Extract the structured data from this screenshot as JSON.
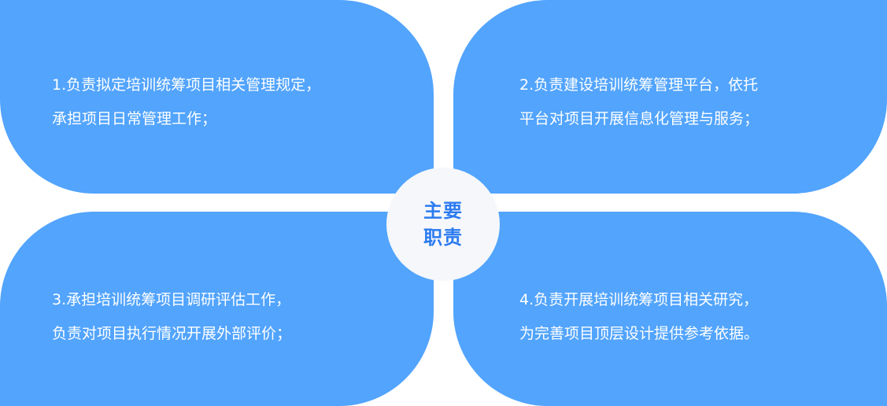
{
  "center": {
    "line1": "主要",
    "line2": "职责"
  },
  "items": [
    {
      "line1": "1.负责拟定培训统筹项目相关管理规定，",
      "line2": "承担项目日常管理工作；"
    },
    {
      "line1": "2.负责建设培训统筹管理平台，依托",
      "line2": "平台对项目开展信息化管理与服务；"
    },
    {
      "line1": "3.承担培训统筹项目调研评估工作，",
      "line2": "负责对项目执行情况开展外部评价；"
    },
    {
      "line1": "4.负责开展培训统筹项目相关研究，",
      "line2": "为完善项目顶层设计提供参考依据。"
    }
  ],
  "colors": {
    "petal": "#52a4fd",
    "center_bg": "#f5f7fa",
    "center_text": "#2c7bf0"
  }
}
